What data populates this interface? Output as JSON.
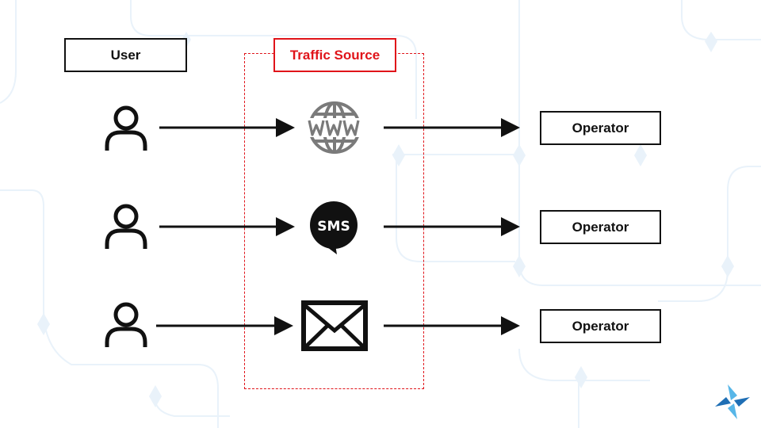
{
  "header": {
    "user_label": "User",
    "traffic_source_label": "Traffic Source"
  },
  "rows": [
    {
      "source_icon": "www-globe-icon",
      "operator_label": "Operator"
    },
    {
      "source_icon": "sms-bubble-icon",
      "source_text": "SMS",
      "operator_label": "Operator"
    },
    {
      "source_icon": "envelope-icon",
      "operator_label": "Operator"
    }
  ],
  "colors": {
    "accent_red": "#e0141a",
    "ink": "#111111",
    "globe_gray": "#7a7a7a",
    "background_pattern": "#e9f2fa",
    "logo_blue": "#1f6fb5",
    "logo_light_blue": "#57b6e8"
  },
  "logo": {
    "icon": "pinwheel-logo-icon"
  }
}
